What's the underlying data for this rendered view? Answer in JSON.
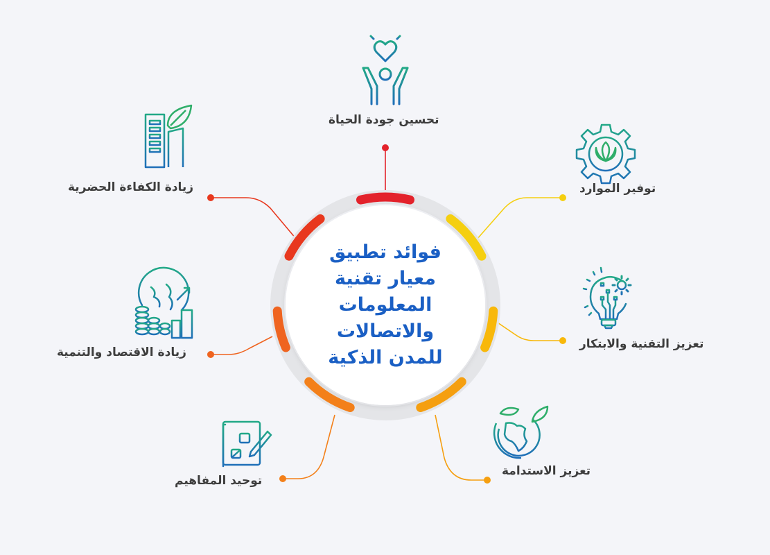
{
  "title": {
    "lines": [
      "فوائد تطبيق",
      "معيار تقنية",
      "المعلومات",
      "والاتصالات",
      "للمدن الذكية"
    ],
    "color": "#1a5fc4"
  },
  "benefits": [
    {
      "label": "تحسين جودة الحياة",
      "icon": "heart-person-icon",
      "color": "#e3222b"
    },
    {
      "label": "توفير الموارد",
      "icon": "gear-leaf-icon",
      "color": "#f5cf10"
    },
    {
      "label": "تعزيز التقنية والابتكار",
      "icon": "lightbulb-gear-icon",
      "color": "#f8b80a"
    },
    {
      "label": "تعزيز الاستدامة",
      "icon": "globe-leaves-icon",
      "color": "#f59f10"
    },
    {
      "label": "توحيد المفاهيم",
      "icon": "notepad-pencil-icon",
      "color": "#f3801a"
    },
    {
      "label": "زيادة الاقتصاد والتنمية",
      "icon": "globe-coins-chart-icon",
      "color": "#ef6420"
    },
    {
      "label": "زيادة الكفاءة الحضرية",
      "icon": "building-leaf-icon",
      "color": "#e8381e"
    }
  ],
  "colors": {
    "background": "#f4f5f9",
    "track": "#e4e5e8",
    "label_text": "#3d3d3d",
    "icon_teal": "#1fa38a",
    "icon_blue": "#1f6fb8"
  }
}
